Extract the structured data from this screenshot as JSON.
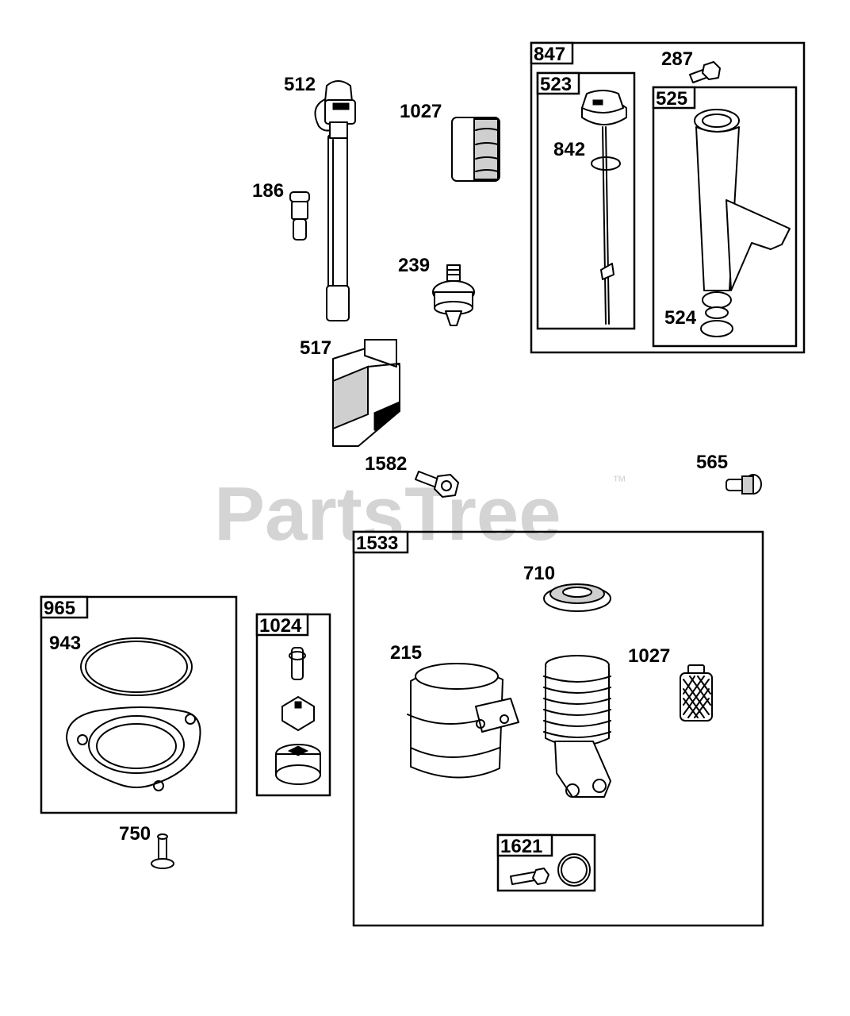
{
  "watermark": {
    "text": "PartsTree",
    "trademark": "™"
  },
  "callouts": {
    "c512": "512",
    "c186": "186",
    "c1027a": "1027",
    "c239": "239",
    "c517": "517",
    "c1582": "1582",
    "c565": "565",
    "c847": "847",
    "c287": "287",
    "c523": "523",
    "c842": "842",
    "c525": "525",
    "c524": "524",
    "c1533": "1533",
    "c710": "710",
    "c215": "215",
    "c1027b": "1027",
    "c1621": "1621",
    "c965": "965",
    "c943": "943",
    "c1024": "1024",
    "c750": "750"
  }
}
